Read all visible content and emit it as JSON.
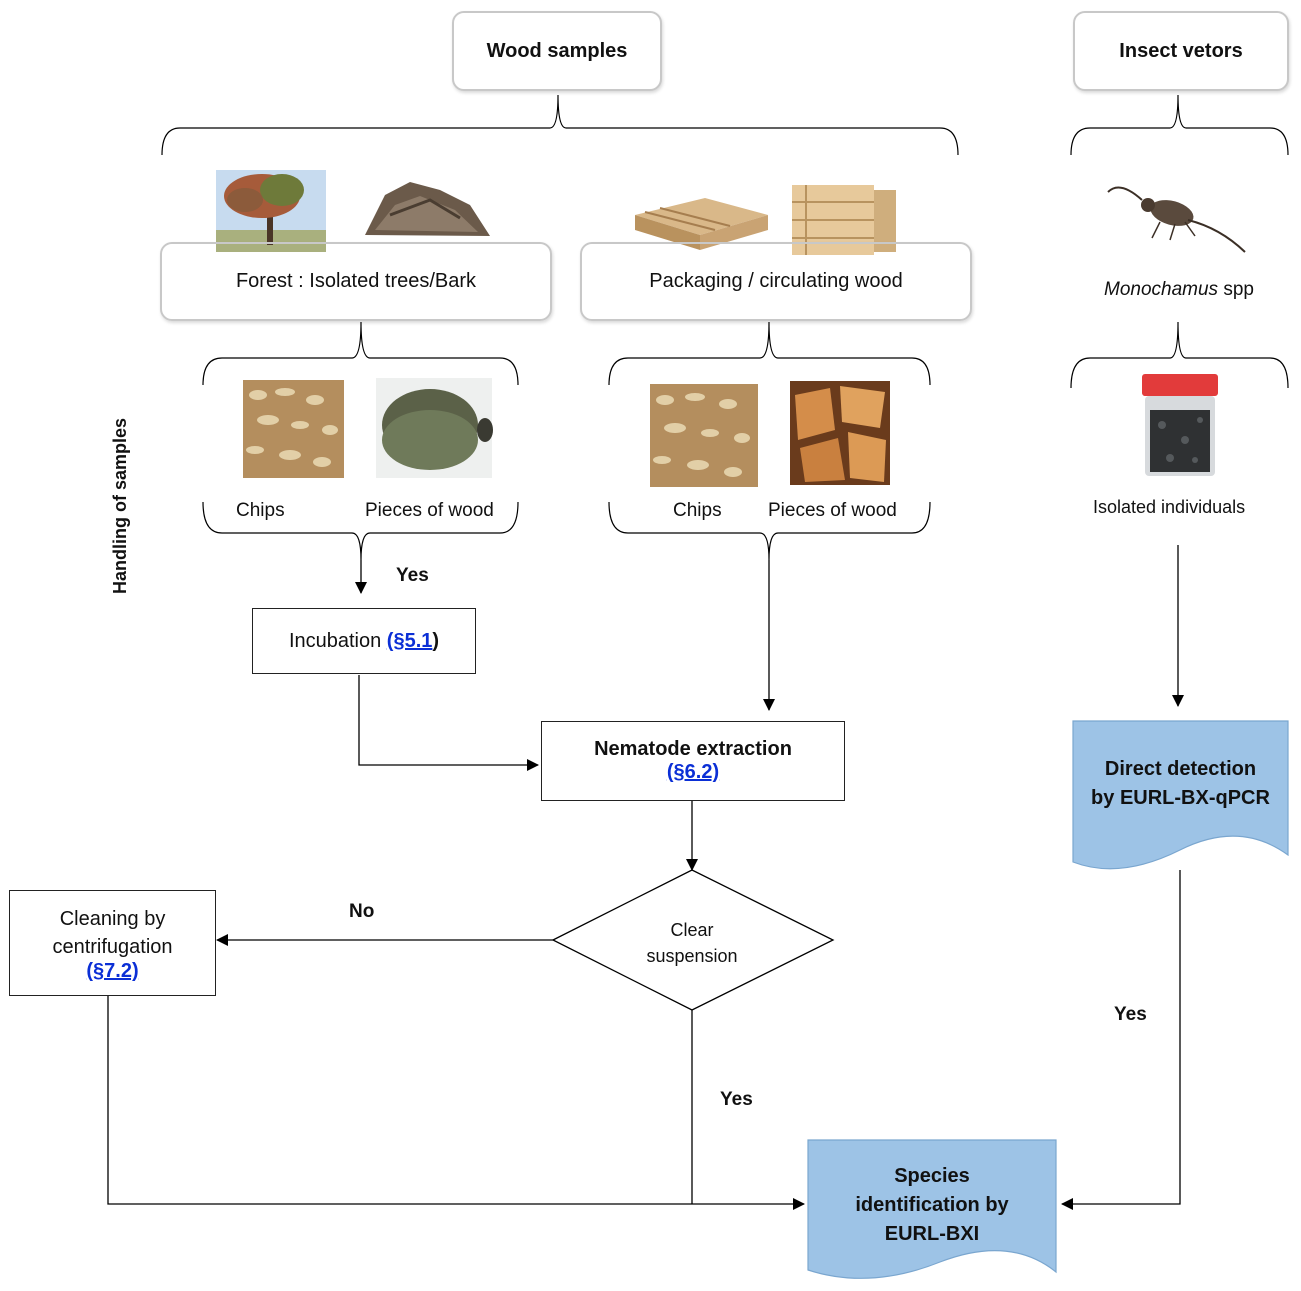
{
  "top": {
    "wood_samples": "Wood samples",
    "insect_vectors": "Insect vetors"
  },
  "categories": {
    "forest": "Forest : Isolated trees/Bark",
    "packaging": "Packaging / circulating wood",
    "insect": {
      "genus": "Monochamus",
      "suffix": " spp"
    }
  },
  "side_label": "Handling of samples",
  "items": {
    "chips_1": "Chips",
    "pieces_1": "Pieces of wood",
    "chips_2": "Chips",
    "pieces_2": "Pieces of wood",
    "isolated": "Isolated individuals"
  },
  "flow": {
    "yes_incubation": "Yes",
    "incubation": {
      "text": "Incubation ",
      "ref": "(§5.1",
      "close": ")"
    },
    "extraction": {
      "text": "Nematode extraction",
      "ref": "(§6.2)"
    },
    "decision": {
      "line1": "Clear",
      "line2": "suspension"
    },
    "no_label": "No",
    "cleaning": {
      "line1": "Cleaning by",
      "line2": "centrifugation",
      "ref": "(§7.2)"
    },
    "yes_decision": "Yes",
    "yes_direct": "Yes",
    "direct": {
      "line1": "Direct detection",
      "line2": "by EURL-BX-qPCR"
    },
    "species": {
      "line1": "Species",
      "line2": "identification by",
      "line3": "EURL-BXI"
    }
  },
  "colors": {
    "doc_fill": "#9dc3e6",
    "doc_stroke": "#7aa6cf",
    "link": "#0b2fd6",
    "round_border": "#c8c8c8"
  }
}
